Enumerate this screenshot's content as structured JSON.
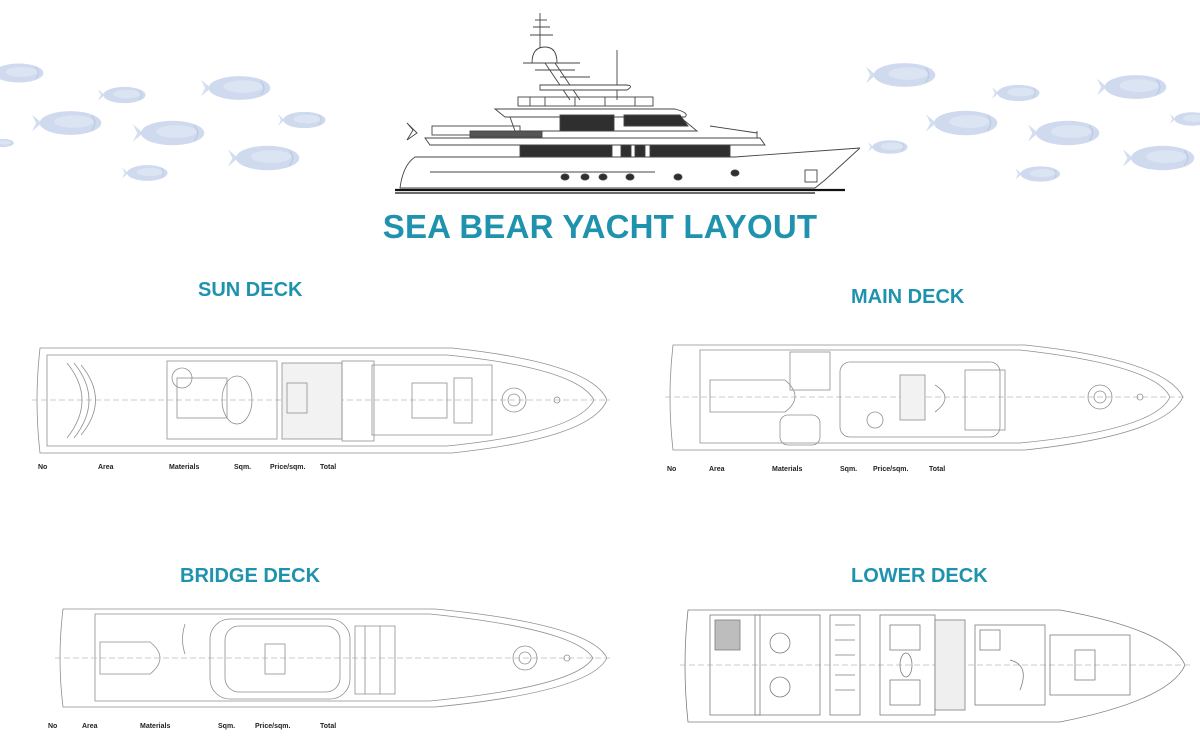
{
  "title": "SEA BEAR YACHT LAYOUT",
  "colors": {
    "accent": "#1f93ad",
    "fish": "#c9d6ec",
    "plan_line": "#9a9a9a"
  },
  "decks": [
    {
      "id": "sun",
      "title": "SUN DECK",
      "table_headers": [
        "No",
        "Area",
        "Materials",
        "Sqm.",
        "Price/sqm.",
        "Total"
      ]
    },
    {
      "id": "main",
      "title": "MAIN DECK",
      "table_headers": [
        "No",
        "Area",
        "Materials",
        "Sqm.",
        "Price/sqm.",
        "Total"
      ]
    },
    {
      "id": "bridge",
      "title": "BRIDGE DECK",
      "table_headers": [
        "No",
        "Area",
        "Materials",
        "Sqm.",
        "Price/sqm.",
        "Total"
      ]
    },
    {
      "id": "lower",
      "title": "LOWER DECK",
      "table_headers": []
    }
  ],
  "decorations": {
    "hero_image": "yacht-side-profile",
    "background_motif": "watercolor-fish-school"
  }
}
